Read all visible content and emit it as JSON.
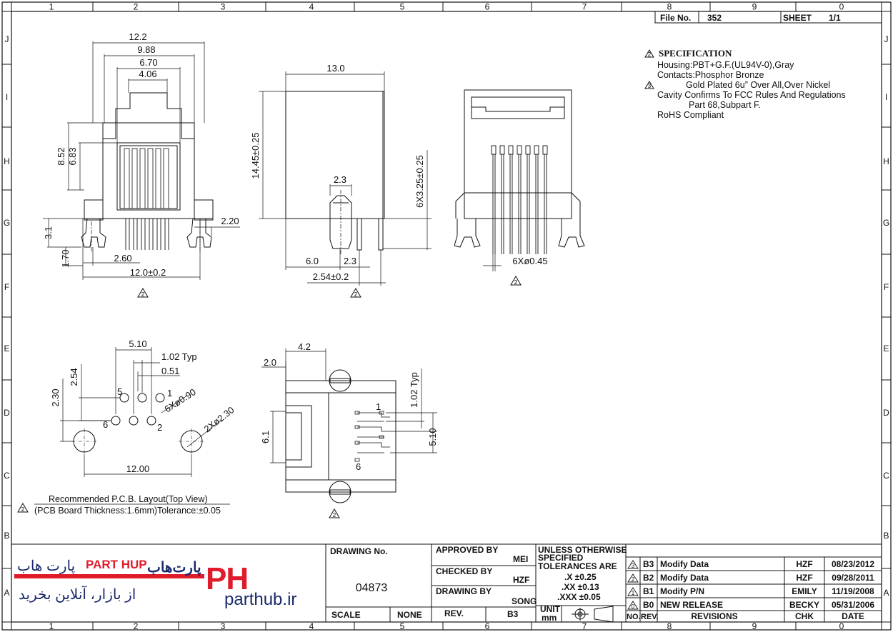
{
  "border_letters": [
    "J",
    "I",
    "H",
    "G",
    "F",
    "E",
    "D",
    "C",
    "B",
    "A"
  ],
  "border_numbers": [
    "1",
    "2",
    "3",
    "4",
    "5",
    "6",
    "7",
    "8",
    "9",
    "0"
  ],
  "header": {
    "file_label": "File No.",
    "file_no": "352",
    "sheet_label": "SHEET",
    "sheet_value": "1/1"
  },
  "spec": {
    "title": "SPECIFICATION",
    "lines": [
      "Housing:PBT+G.F.(UL94V-0),Gray",
      "Contacts:Phosphor  Bronze",
      "Gold  Plated  6u”  Over  All,Over  Nickel",
      "Cavity  Confirms  To  FCC  Rules  And  Regulations",
      "Part  68,Subpart  F.",
      "RoHS  Compliant"
    ],
    "rev_marks": [
      "2",
      "3"
    ]
  },
  "front_view": {
    "dims": [
      "12.2",
      "9.88",
      "6.70",
      "4.06",
      "8.52",
      "6.83",
      "3.1",
      "1.70",
      "2.60",
      "12.0±0.2",
      "2.20"
    ],
    "rev_mark": "2"
  },
  "side_view": {
    "dims": [
      "13.0",
      "14.45±0.25",
      "2.3",
      "6X3.25±0.25",
      "6.0",
      "2.3",
      "2.54±0.2"
    ],
    "rev_mark": "2"
  },
  "back_view": {
    "dims": [
      "6Xø0.45"
    ],
    "rev_mark": "2"
  },
  "pcb_layout": {
    "dims": [
      "5.10",
      "1.02  Typ",
      "0.51",
      "2.54",
      "2.30",
      "6Xø0.90",
      "2Xø2.30",
      "12.00"
    ],
    "pins": [
      "5",
      "1",
      "6",
      "2"
    ],
    "caption1": "Recommended  P.C.B.  Layout(Top  View)",
    "caption2": "(PCB  Board  Thickness:1.6mm)Tolerance:±0.05",
    "rev_mark": "2"
  },
  "top_view": {
    "dims": [
      "4.2",
      "2.0",
      "6.1",
      "1.02  Typ",
      "5.10"
    ],
    "pins": [
      "1",
      "6"
    ],
    "rev_mark": "2"
  },
  "title_block": {
    "drawing_no_label": "DRAWING No.",
    "drawing_no": "04873",
    "scale_label": "SCALE",
    "scale_value": "NONE",
    "rev_label": "REV.",
    "rev_value": "B3",
    "approved_label": "APPROVED  BY",
    "approved_value": "MEI",
    "checked_label": "CHECKED  BY",
    "checked_value": "HZF",
    "drawing_by_label": "DRAWING  BY",
    "drawing_by_value": "SONG",
    "tol_l1": "UNLESS  OTHERWISE",
    "tol_l2": "SPECIFIED",
    "tol_l3": "TOLERANCES  ARE",
    "tol_x": ".X  ±0.25",
    "tol_xx": ".XX  ±0.13",
    "tol_xxx": ".XXX  ±0.05",
    "unit_label": "UNIT",
    "unit_value": "mm",
    "rev_headers": {
      "no": "NO.",
      "rev": "REV.",
      "revisions": "REVISIONS",
      "chk": "CHK",
      "date": "DATE"
    },
    "revisions": [
      {
        "no": "3",
        "rev": "B3",
        "desc": "Modify  Data",
        "chk": "HZF",
        "date": "08/23/2012"
      },
      {
        "no": "2",
        "rev": "B2",
        "desc": "Modify  Data",
        "chk": "HZF",
        "date": "09/28/2011"
      },
      {
        "no": "1",
        "rev": "B1",
        "desc": "Modify  P/N",
        "chk": "EMILY",
        "date": "11/19/2008"
      },
      {
        "no": "0",
        "rev": "B0",
        "desc": "NEW  RELEASE",
        "chk": "BECKY",
        "date": "05/31/2006"
      }
    ]
  },
  "logo": {
    "en": "PART HUP",
    "fa_name": "پارت هاب",
    "fa_logo": "پارت‌هاب",
    "mark": "PH",
    "url": "parthub.ir",
    "slogan": "از بازار، آنلاین بخرید"
  }
}
